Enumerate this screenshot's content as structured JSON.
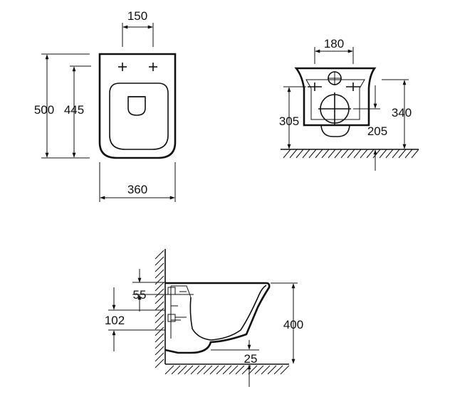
{
  "colors": {
    "ink": "#111111",
    "background": "#ffffff"
  },
  "top_view": {
    "dim_width_top": "150",
    "dim_height_outer": "500",
    "dim_height_inner": "445",
    "dim_width_bottom": "360"
  },
  "front_view": {
    "dim_width": "180",
    "dim_height_left": "305",
    "dim_height_right": "340",
    "dim_outlet": "205"
  },
  "side_view": {
    "dim_55": "55",
    "dim_102": "102",
    "dim_400": "400",
    "dim_25": "25"
  }
}
